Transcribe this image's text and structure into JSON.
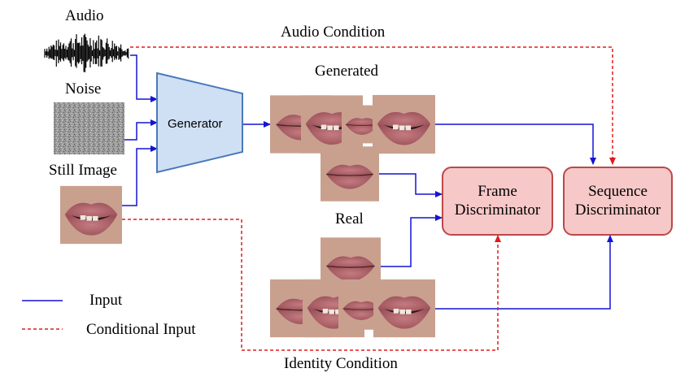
{
  "labels": {
    "audio": "Audio",
    "noise": "Noise",
    "still_image": "Still Image",
    "generated": "Generated",
    "real": "Real",
    "audio_condition": "Audio Condition",
    "identity_condition": "Identity Condition"
  },
  "nodes": {
    "generator": "Generator",
    "frame_discriminator_line1": "Frame",
    "frame_discriminator_line2": "Discriminator",
    "sequence_discriminator_line1": "Sequence",
    "sequence_discriminator_line2": "Discriminator"
  },
  "legend": {
    "input": "Input",
    "conditional_input": "Conditional Input"
  },
  "colors": {
    "input_arrow": "#1414d4",
    "conditional_arrow": "#e01b1b",
    "generator_fill": "#cfe0f5",
    "generator_stroke": "#4a79b8",
    "discriminator_fill": "#f6c8c8",
    "discriminator_stroke": "#bb4848"
  }
}
